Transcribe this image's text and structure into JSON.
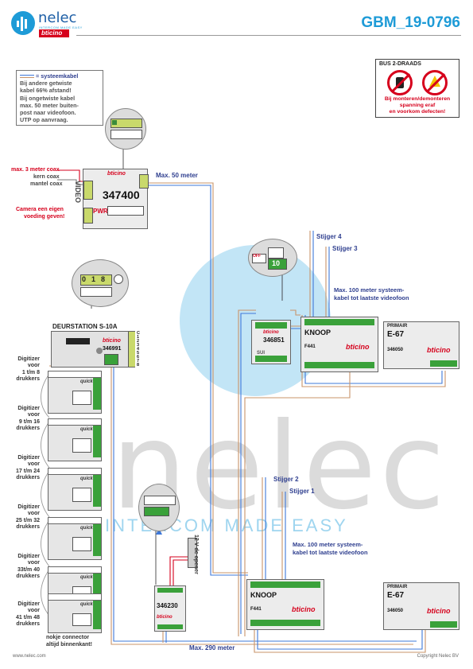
{
  "header": {
    "brand": "nelec",
    "brand_tag": "INTERCOM MADE EASY",
    "partner": "bticino",
    "doc_code": "GBM_19-0796"
  },
  "colors": {
    "accent": "#1e9bd7",
    "brand_red": "#d6001c",
    "label_blue": "#2f3f8f",
    "cable_brown": "#c8946a",
    "cable_blue": "#3e78d8"
  },
  "note": {
    "title": "= systeemkabel",
    "lines": [
      "Bij andere getwiste",
      "kabel 66% afstand!",
      "Bij ongetwiste kabel",
      "max. 50 meter buiten-",
      "post naar videofoon.",
      "UTP op aanvraag."
    ]
  },
  "warning": {
    "title": "BUS 2-DRAADS",
    "line1": "Bij monteren/demonteren",
    "line2": "spanning eraf",
    "line3": "en voorkom defecten!"
  },
  "camera_module": {
    "code": "347400",
    "brand": "bticino",
    "left_labels": [
      "max. 3 meter coax",
      "kern coax",
      "mantel coax"
    ],
    "power_note": [
      "Camera een eigen",
      "voeding geven!"
    ],
    "side_label": "VIDEO",
    "pwr_label": "PWR",
    "distance": "Max. 50 meter"
  },
  "door_station": {
    "title": "DEURSTATION S-10A",
    "code": "346991",
    "brand": "bticino",
    "terminals": [
      "C",
      "1",
      "2",
      "3",
      "4",
      "5",
      "6",
      "7",
      "8"
    ],
    "dip_digits": [
      "0",
      "1",
      "8"
    ]
  },
  "digitizers": [
    {
      "label": [
        "Digitizer",
        "voor",
        "1 t/m 8",
        "drukkers"
      ]
    },
    {
      "label": [
        "Digitizer",
        "voor",
        "9 t/m 16",
        "drukkers"
      ]
    },
    {
      "label": [
        "Digitizer",
        "voor",
        "17 t/m 24",
        "drukkers"
      ]
    },
    {
      "label": [
        "Digitizer",
        "voor",
        "25 t/m 32",
        "drukkers"
      ]
    },
    {
      "label": [
        "Digitizer",
        "voor",
        "33t/m 40",
        "drukkers"
      ]
    },
    {
      "label": [
        "Digitizer",
        "voor",
        "41 t/m 48",
        "drukkers"
      ]
    }
  ],
  "digitizer_model": "quick",
  "connector_note": [
    "nokje connector",
    "altijd binnenkant!"
  ],
  "switch_upper": {
    "code": "346851",
    "brand": "bticino",
    "dial_value": "10",
    "off_label": "OFF",
    "sui_label": "SUI"
  },
  "riser_labels": {
    "stijger4": "Stijger 4",
    "stijger3": "Stijger 3",
    "stijger2": "Stijger 2",
    "stijger1": "Stijger 1"
  },
  "cable_note": [
    "Max. 100 meter systeem-",
    "kabel tot laatste videofoon"
  ],
  "knoop_box": {
    "title": "KNOOP",
    "code": "F441",
    "brand": "bticino"
  },
  "psu_box": {
    "title": "E-67",
    "primary": "PRIMAIR",
    "code": "346050",
    "brand": "bticino"
  },
  "supply_module": {
    "code": "346230",
    "brand": "bticino",
    "lock_label": "12 V dc opener"
  },
  "bottom": {
    "distance": "Max. 290 meter"
  },
  "footer": {
    "website": "www.nelec.com",
    "copyright": "Copyright Nelec BV"
  },
  "watermark": {
    "word": "nelec",
    "tagline": "INTERCOM MADE EASY"
  }
}
